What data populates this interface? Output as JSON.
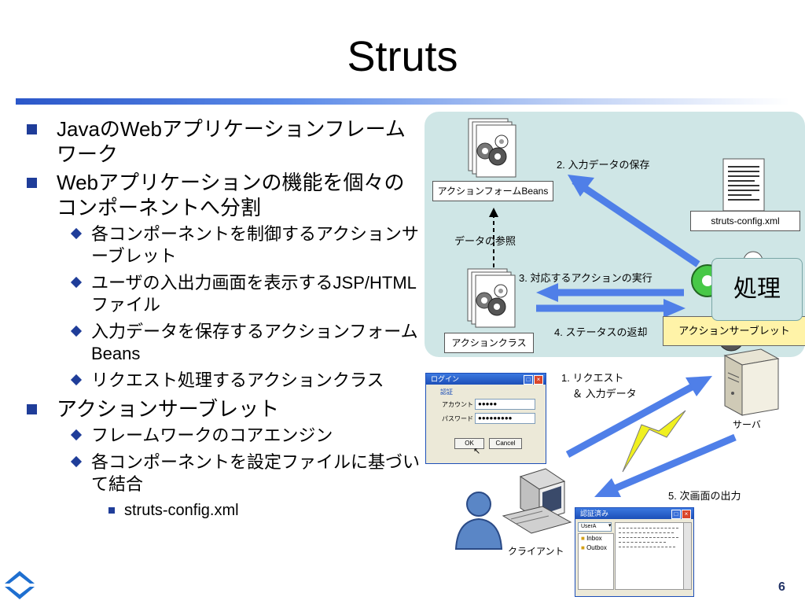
{
  "slide": {
    "title": "Struts",
    "page_number": "6"
  },
  "bullets": [
    {
      "level": 1,
      "text": "JavaのWebアプリケーションフレームワーク"
    },
    {
      "level": 1,
      "text": "Webアプリケーションの機能を個々のコンポーネントへ分割"
    },
    {
      "level": 2,
      "text": "各コンポーネントを制御するアクションサーブレット"
    },
    {
      "level": 2,
      "text": "ユーザの入出力画面を表示するJSP/HTMLファイル"
    },
    {
      "level": 2,
      "text": "入力データを保存するアクションフォームBeans"
    },
    {
      "level": 2,
      "text": "リクエスト処理するアクションクラス"
    },
    {
      "level": 1,
      "text": "アクションサーブレット"
    },
    {
      "level": 2,
      "text": "フレームワークのコアエンジン"
    },
    {
      "level": 2,
      "text": "各コンポーネントを設定ファイルに基づいて結合"
    },
    {
      "level": 3,
      "text": "struts-config.xml"
    }
  ],
  "diagram": {
    "action_form_label": "アクションフォームBeans",
    "action_class_label": "アクションクラス",
    "config_label": "struts-config.xml",
    "servlet_label": "アクションサーブレット",
    "processing_label": "処理",
    "data_ref": "データの参照",
    "step2": "2. 入力データの保存",
    "step3": "3. 対応するアクションの実行",
    "step4": "4. ステータスの返却",
    "step1a": "1. リクエスト",
    "step1b": "＆ 入力データ",
    "step5": "5. 次画面の出力",
    "server_label": "サーバ",
    "client_label": "クライアント"
  },
  "login_window": {
    "title": "ログイン",
    "group": "認証",
    "account_label": "アカウント",
    "account_value": "●●●●●",
    "password_label": "パスワード",
    "password_value": "●●●●●●●●●",
    "ok": "OK",
    "cancel": "Cancel"
  },
  "result_window": {
    "title": "認証済み",
    "user": "UserA",
    "folders": [
      "Inbox",
      "Outbox"
    ]
  },
  "colors": {
    "accent_blue": "#2b57c9",
    "bullet_navy": "#1f3d99",
    "panel_teal": "#cfe6e6",
    "arrow_blue": "#4f7fe8",
    "servlet_yellow": "#fff3a8"
  }
}
